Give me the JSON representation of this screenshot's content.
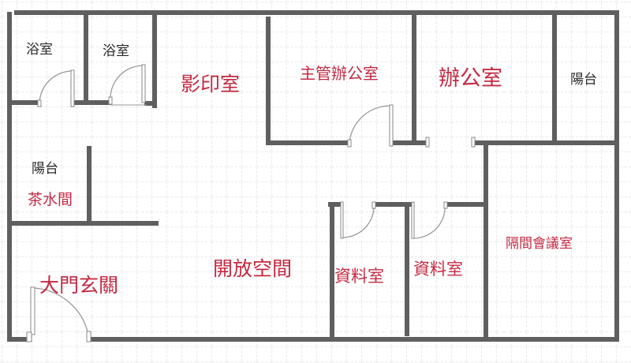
{
  "colors": {
    "wall": "#5f5f5f",
    "label_red": "#c42a42",
    "label_black": "#2a2a2a",
    "grid": "#d4d4d4"
  },
  "rooms": {
    "bath_1": "浴室",
    "bath_2": "浴室",
    "copy_room": "影印室",
    "manager_office": "主管辦公室",
    "office": "辦公室",
    "balcony_right": "陽台",
    "balcony_left": "陽台",
    "pantry": "茶水間",
    "entrance": "大門玄關",
    "open_space": "開放空間",
    "storage_1": "資料室",
    "storage_2": "資料室",
    "meeting_room": "隔間會議室"
  }
}
